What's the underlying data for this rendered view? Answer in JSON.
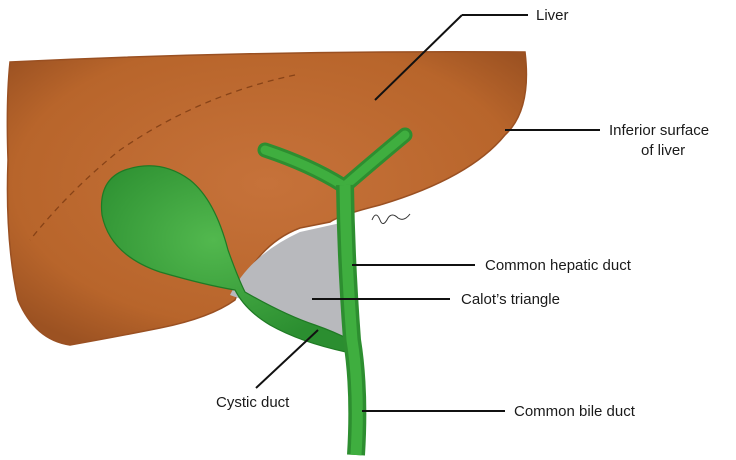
{
  "labels": {
    "liver": "Liver",
    "inferior_surface_line1": "Inferior surface",
    "inferior_surface_line2": "of liver",
    "common_hepatic_duct": "Common hepatic duct",
    "calots_triangle": "Calot’s triangle",
    "cystic_duct": "Cystic duct",
    "common_bile_duct": "Common bile duct"
  },
  "colors": {
    "liver": "#c06a2e",
    "liver_dark": "#8a4418",
    "ducts": "#3aa13a",
    "ducts_dark": "#1f7a24",
    "gallbladder": "#37a03a",
    "calots_triangle": "#b8b9bd",
    "leader_lines": "#111111"
  }
}
